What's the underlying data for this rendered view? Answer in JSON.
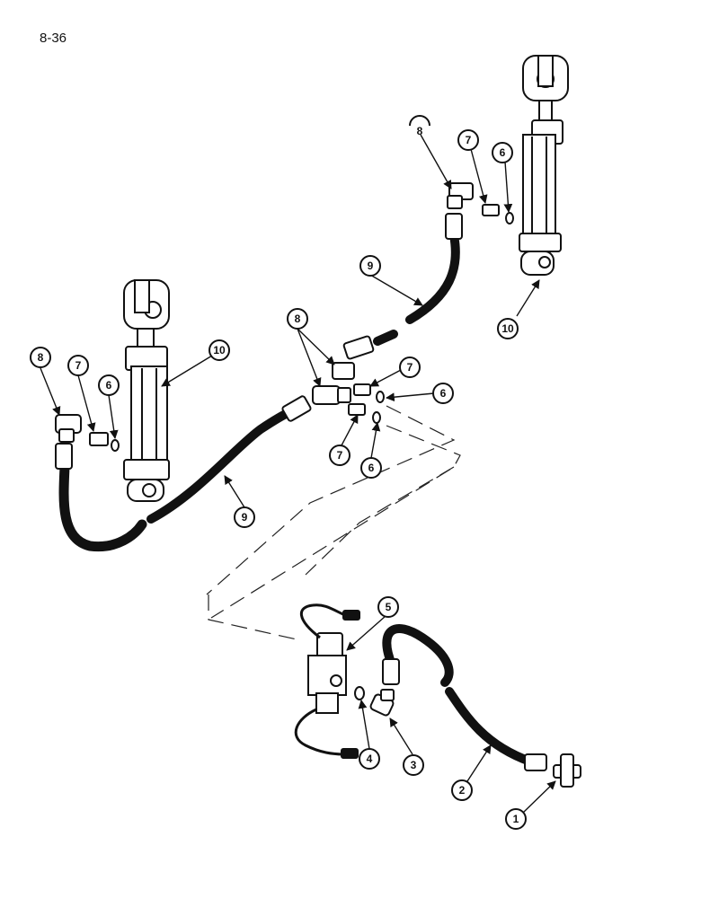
{
  "page": {
    "number": "8-36"
  },
  "callouts": {
    "c1": "1",
    "c2": "2",
    "c3": "3",
    "c4": "4",
    "c5": "5",
    "c6a": "6",
    "c6b": "6",
    "c6c": "6",
    "c6d": "6",
    "c7a": "7",
    "c7b": "7",
    "c7c": "7",
    "c7d": "7",
    "c8a": "8",
    "c8b": "8",
    "c8c": "8",
    "c9a": "9",
    "c9b": "9",
    "c10a": "10",
    "c10b": "10"
  }
}
